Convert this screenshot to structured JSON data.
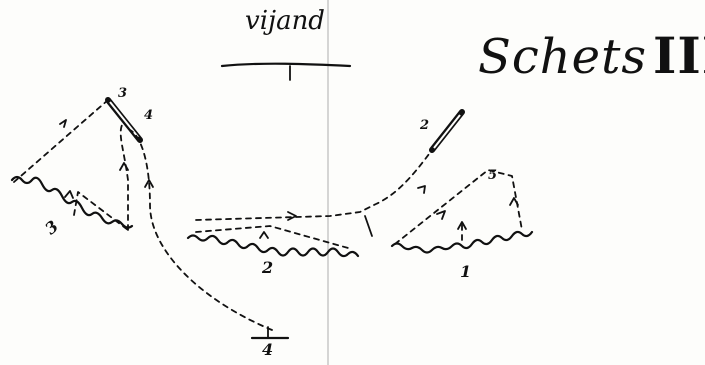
{
  "header": {
    "title": "vijand",
    "title_sub": "+",
    "sketch_label": "Schets",
    "sketch_roman": "III"
  },
  "labels": {
    "l1": "1",
    "l2": "2",
    "l3": "3",
    "l4": "4",
    "l4_plus": "+",
    "m3": "3",
    "m4": "4",
    "m5": "5",
    "m2": "2"
  },
  "colors": {
    "ink": "#111111",
    "paper": "#fdfdfb",
    "fold": "#c8c8c8"
  }
}
